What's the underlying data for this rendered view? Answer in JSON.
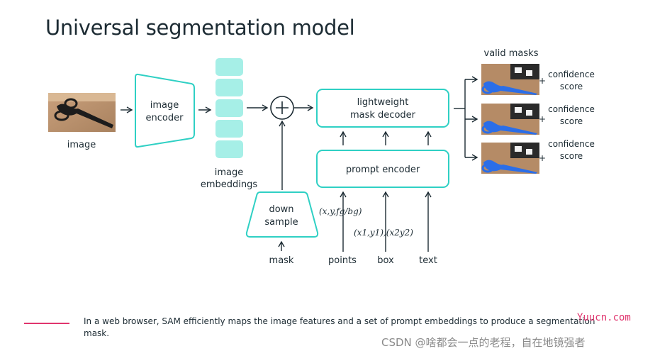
{
  "title": "Universal segmentation model",
  "diagram": {
    "image_label": "image",
    "encoder_label": [
      "image",
      "encoder"
    ],
    "embeddings_label": [
      "image",
      "embeddings"
    ],
    "down_sample_label": [
      "down",
      "sample"
    ],
    "mask_label": "mask",
    "decoder_label": [
      "lightweight",
      "mask decoder"
    ],
    "prompt_encoder_label": "prompt encoder",
    "valid_masks_label": "valid masks",
    "confidence_label": [
      "confidence",
      "score"
    ],
    "plus": "+",
    "points_annotation": "(x,y,fg/bg)",
    "box_annotation": "(x1,y1),(x2y2)",
    "points_label": "points",
    "box_label": "box",
    "text_label": "text"
  },
  "caption": "In a web browser, SAM efficiently maps the image features and a set of prompt embeddings to produce a segmentation mask.",
  "watermark_site": "Yuucn.com",
  "watermark_author": "CSDN @啥都会一点的老程，自在地镜强者",
  "colors": {
    "accent": "#2fd0c4",
    "embedding": "#a6efe7",
    "caption_rule": "#e0356e"
  }
}
